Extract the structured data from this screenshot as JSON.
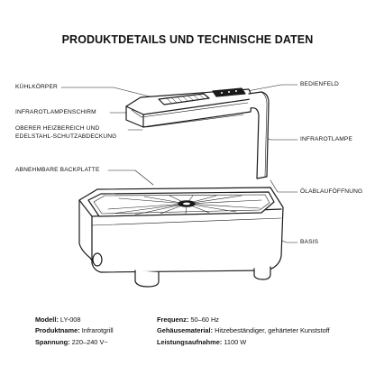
{
  "title": "PRODUKTDETAILS UND TECHNISCHE DATEN",
  "callouts": {
    "kuehlkoerper": "KÜHLKÖRPER",
    "schirm": "INFRAROTLAMPENSCHIRM",
    "heizbereich_1": "OBERER HEIZBEREICH UND",
    "heizbereich_2": "EDELSTAHL-SCHUTZABDECKUNG",
    "backplatte": "ABNEHMBARE BACKPLATTE",
    "bedienfeld": "BEDIENFELD",
    "infrarotlampe": "INFRAROTLAMPE",
    "oelablauf": "ÖLABLAUFÖFFNUNG",
    "basis": "BASIS"
  },
  "specs_left": [
    {
      "key": "Modell:",
      "value": " LY-008"
    },
    {
      "key": "Produktname:",
      "value": " Infrarotgrill"
    },
    {
      "key": "Spannung:",
      "value": " 220–240 V~"
    }
  ],
  "specs_right": [
    {
      "key": "Frequenz:",
      "value": " 50–60 Hz"
    },
    {
      "key": "Gehäusematerial:",
      "value": " Hitzebeständiger, gehärteter Kunststoff"
    },
    {
      "key": "Leistungsaufnahme:",
      "value": " 1100 W"
    }
  ],
  "colors": {
    "ink": "#1a1a1a",
    "background": "#ffffff"
  }
}
